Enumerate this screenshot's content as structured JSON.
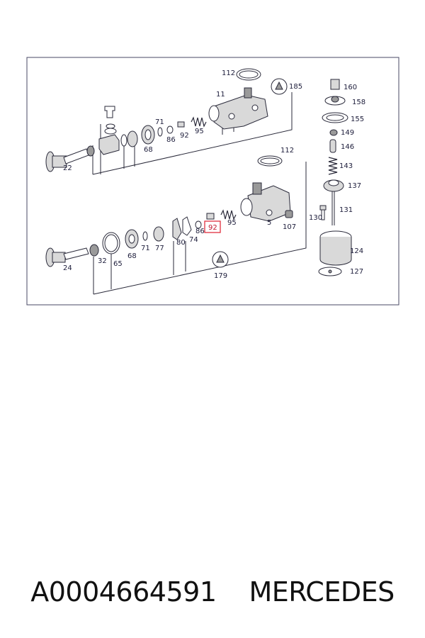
{
  "diagram": {
    "highlight_color": "#e0303f",
    "highlighted_label": "92",
    "labels": {
      "l112a": "112",
      "l185": "185",
      "l11": "11",
      "l71a": "71",
      "l86a": "86",
      "l92a": "92",
      "l95a": "95",
      "l68a": "68",
      "l22": "22",
      "l112b": "112",
      "l5": "5",
      "l107": "107",
      "l95b": "95",
      "l92b": "92",
      "l86b": "86",
      "l74": "74",
      "l80": "80",
      "l77": "77",
      "l71b": "71",
      "l68b": "68",
      "l65": "65",
      "l32": "32",
      "l24": "24",
      "l179": "179",
      "l160": "160",
      "l158": "158",
      "l155": "155",
      "l149": "149",
      "l146": "146",
      "l143": "143",
      "l137": "137",
      "l131": "131",
      "l130": "130",
      "l124": "124",
      "l127": "127"
    }
  },
  "caption": {
    "part_number": "A0004664591",
    "brand": "MERCEDES"
  }
}
